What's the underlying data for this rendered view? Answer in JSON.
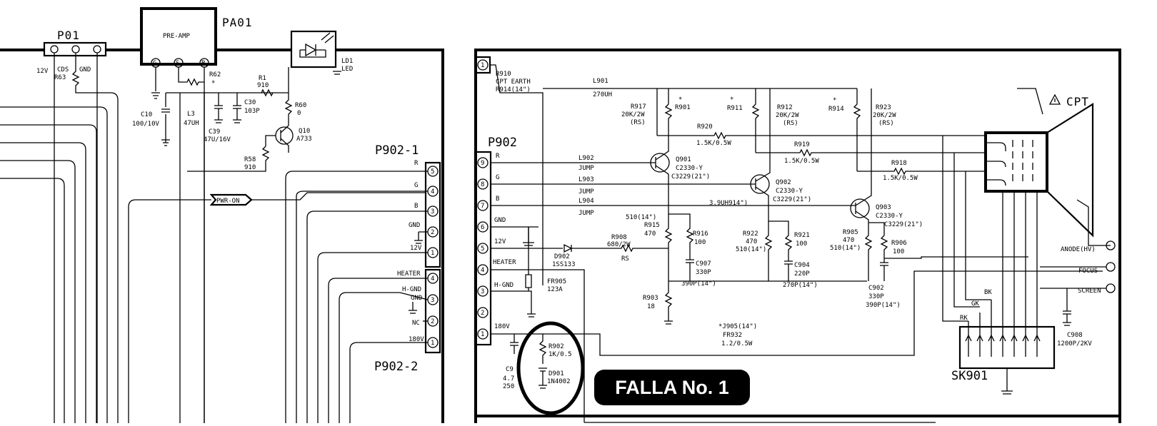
{
  "labels": {
    "p01": "P01",
    "pa01": "PA01",
    "preamp": "PRE-AMP",
    "ld1": "LD1",
    "led": "LED",
    "v12": "12V",
    "cds": "CDS",
    "gnd_top": "GND",
    "r63": "R63",
    "c10": "C10",
    "c10v": "100/10V",
    "l3": "L3",
    "l3v": "47UH",
    "c39": "C39",
    "c39v": "47U/16V",
    "c30": "C30",
    "c30v": "103P",
    "r62": "R62",
    "r1": "R1",
    "r1v": "910",
    "r60": "R60",
    "r60v": "0",
    "q10": "Q10",
    "q10v": "A733",
    "r58": "R58",
    "r58v": "910",
    "pwron": "PWR-ON",
    "p902_1": "P902-1",
    "p902_2": "P902-2",
    "left_r": "R",
    "left_g": "G",
    "left_b": "B",
    "left_gnd": "GND",
    "left_12v": "12V",
    "left_heater": "HEATER",
    "left_hgnd": "H-GND",
    "left_gnd2": "GND",
    "left_nc": "NC",
    "left_180v": "180V",
    "p902": "P902",
    "r910": "R910",
    "cpt_earth": "CPT EARTH",
    "r914x": "R914(14\")",
    "l901": "L901",
    "l901v": "270UH",
    "r917": "R917",
    "r917v": "20K/2W",
    "r917rs": "(RS)",
    "r901": "R901",
    "r911": "R911",
    "r912": "R912",
    "r912v": "20K/2W",
    "r912rs": "(RS)",
    "r914": "R914",
    "r923": "R923",
    "r923v": "20K/2W",
    "r923rs": "(RS)",
    "r920": "R920",
    "r920v": "1.5K/0.5W",
    "r919": "R919",
    "r919v": "1.5K/0.5W",
    "r918": "R918",
    "r918v": "1.5K/0.5W",
    "cpt": "CPT",
    "pin_r": "R",
    "pin_g": "G",
    "pin_b": "B",
    "pin_gnd": "GND",
    "pin_12v": "12V",
    "pin_heater": "HEATER",
    "pin_hgnd": "H-GND",
    "pin_180v": "180V",
    "l902": "L902",
    "l903": "L903",
    "l904": "L904",
    "jump": "JUMP",
    "q901": "Q901",
    "q901v": "C2330-Y",
    "q901c": "C3229(21\")",
    "q902": "Q902",
    "q902v": "C2330-Y",
    "q902c": "C3229(21\")",
    "q903": "Q903",
    "q903v": "C2330-Y",
    "q903c": "C3229(21\")",
    "r914b": "3.9UH914\")",
    "v510a": "510(14\")",
    "r915": "R915",
    "r915v": "470",
    "r916": "R916",
    "r916v": "100",
    "r922": "R922",
    "r922v": "470",
    "r922c": "510(14\")",
    "r921": "R921",
    "r921v": "100",
    "r905": "R905",
    "r905v": "470",
    "r905c": "510(14\")",
    "r906": "R906",
    "r906v": "100",
    "r908": "R908",
    "r908v": "680/2W",
    "r908rs": "RS",
    "d902": "D902",
    "d902v": "1SS133",
    "c907": "C907",
    "c907v": "330P",
    "c907c": "390P(14\")",
    "c904": "C904",
    "c904v": "220P",
    "c904c": "270P(14\")",
    "c902": "C902",
    "c902v": "330P",
    "c902c": "390P(14\")",
    "r903": "R903",
    "r903v": "18",
    "fr905": "FR905",
    "fr905v": "123A",
    "j905": "*J905(14\")",
    "fr932": "FR932",
    "fr932v": "1.2/0.5W",
    "r902": "R902",
    "r902v": "1K/0.5",
    "d901": "D901",
    "d901v": "1N4002",
    "c9": "C9",
    "c9a": "4.7",
    "c9b": "250",
    "anode": "ANODE(HV)",
    "focus": "FOCUS",
    "screen": "SCREEN",
    "c908": "C908",
    "c908v": "1200P/2KV",
    "bk": "BK",
    "gk": "GK",
    "rk": "RK",
    "sk901": "SK901",
    "pin1": "1",
    "pin2": "2",
    "pin3": "3",
    "pin4": "4",
    "pin5": "5",
    "pin6": "6",
    "pin7": "7",
    "pin8": "8",
    "pin9": "9",
    "pinG": "G",
    "pinS": "S",
    "pinB": "B",
    "asterisk": "*"
  },
  "badge": {
    "text": "FALLA No. 1"
  }
}
